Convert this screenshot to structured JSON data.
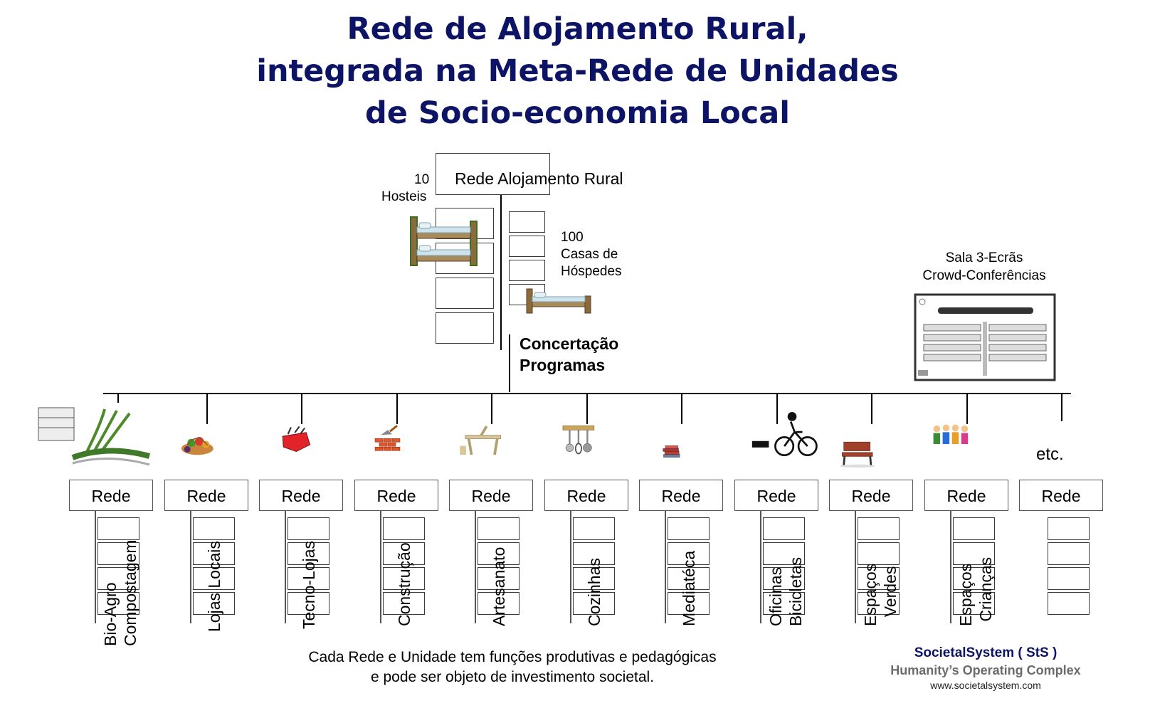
{
  "title": {
    "line1": "Rede de Alojamento Rural,",
    "line2": "integrada na Meta-Rede de Unidades",
    "line3": "de Socio-economia Local"
  },
  "hub": {
    "label": "Rede Alojamento Rural",
    "hostels_count": "10",
    "hostels_label": "Hosteis",
    "houses_count": "100",
    "houses_line1": "Casas de",
    "houses_line2": "Hóspedes",
    "concert_line1": "Concertação",
    "concert_line2": "Programas"
  },
  "conference": {
    "line1": "Sala 3-Ecrãs",
    "line2": "Crowd-Conferências"
  },
  "networks": [
    {
      "rede": "Rede",
      "label": "Bio-Agro\nCompostagem",
      "icon": "compost-icon"
    },
    {
      "rede": "Rede",
      "label": "Lojas Locais",
      "icon": "vegetables-basket-icon"
    },
    {
      "rede": "Rede",
      "label": "Tecno-Lojas",
      "icon": "toolbox-icon"
    },
    {
      "rede": "Rede",
      "label": "Construção",
      "icon": "bricks-trowel-icon"
    },
    {
      "rede": "Rede",
      "label": "Artesanato",
      "icon": "workbench-icon"
    },
    {
      "rede": "Rede",
      "label": "Cozinhas",
      "icon": "kitchen-utensils-icon"
    },
    {
      "rede": "Rede",
      "label": "Mediatéca",
      "icon": "books-icon"
    },
    {
      "rede": "Rede",
      "label": "Oficinas\nBicicletas",
      "icon": "bicycle-icon"
    },
    {
      "rede": "Rede",
      "label": "Espaços\n  Verdes",
      "icon": "park-bench-icon"
    },
    {
      "rede": "Rede",
      "label": "Espaços\n Crianças",
      "icon": "children-icon"
    },
    {
      "rede": "Rede",
      "label": "",
      "icon": ""
    }
  ],
  "etc_label": "etc.",
  "footer": {
    "line1": "Cada Rede e Unidade tem funções produtivas e pedagógicas",
    "line2": "e pode ser objeto de investimento societal."
  },
  "brand": {
    "name": "SocietalSystem ( StS )",
    "tagline": "Humanity’s Operating Complex",
    "url": "www.societalsystem.com"
  }
}
